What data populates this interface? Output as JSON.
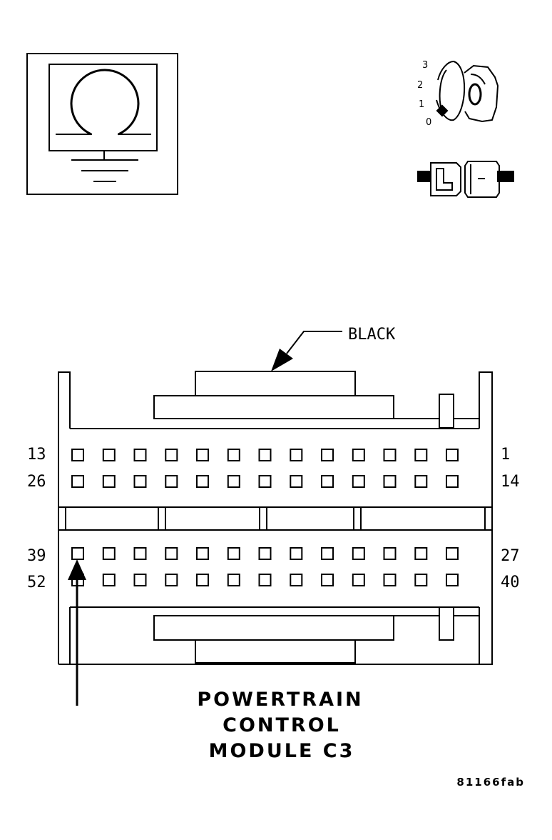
{
  "icons": {
    "ohmmeter": "ohmmeter-icon",
    "ignition_key": "ignition-key-icon",
    "connector": "disconnected-connector-icon"
  },
  "ignition_positions": [
    "3",
    "2",
    "1",
    "0"
  ],
  "connector": {
    "color_callout": "BLACK",
    "pin_labels": {
      "row1_left": "13",
      "row1_right": "1",
      "row2_left": "26",
      "row2_right": "14",
      "row3_left": "39",
      "row3_right": "27",
      "row4_left": "52",
      "row4_right": "40"
    },
    "pins_per_row": 13
  },
  "title": {
    "line1": "POWERTRAIN",
    "line2": "CONTROL",
    "line3": "MODULE C3"
  },
  "figure_id": "81166fab"
}
